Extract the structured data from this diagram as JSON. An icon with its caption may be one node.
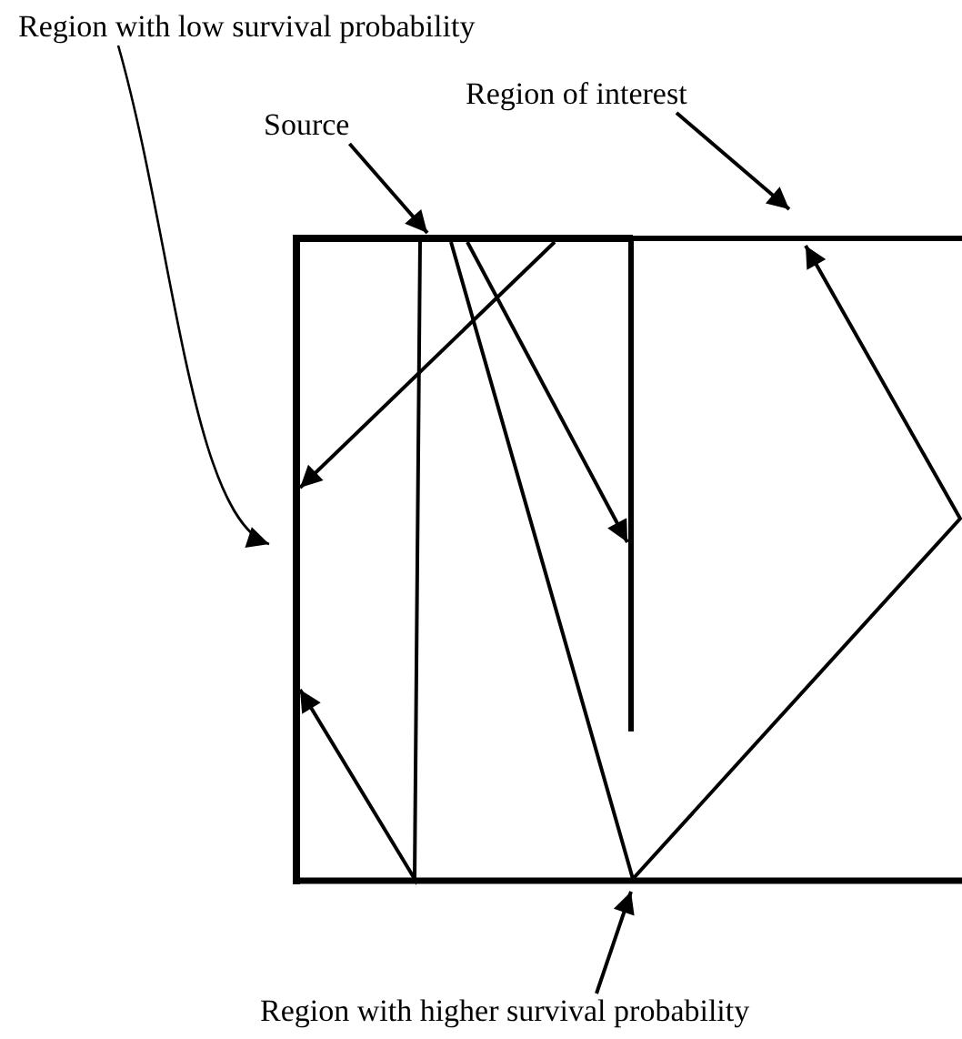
{
  "diagram": {
    "nodes": [
      {
        "text": [
          "Region with low survival probability"
        ]
      },
      {
        "text": [
          "Region of interest"
        ]
      },
      {
        "text": [
          "Source"
        ]
      },
      {
        "text": [
          "Region with higher survival probability"
        ]
      }
    ],
    "edges": [
      {
        "from": 0,
        "to": null,
        "arrow": "to"
      },
      {
        "from": 1,
        "to": null,
        "arrow": "to"
      },
      {
        "from": 2,
        "to": null,
        "arrow": "to"
      },
      {
        "from": 3,
        "to": null,
        "arrow": "to"
      }
    ]
  }
}
